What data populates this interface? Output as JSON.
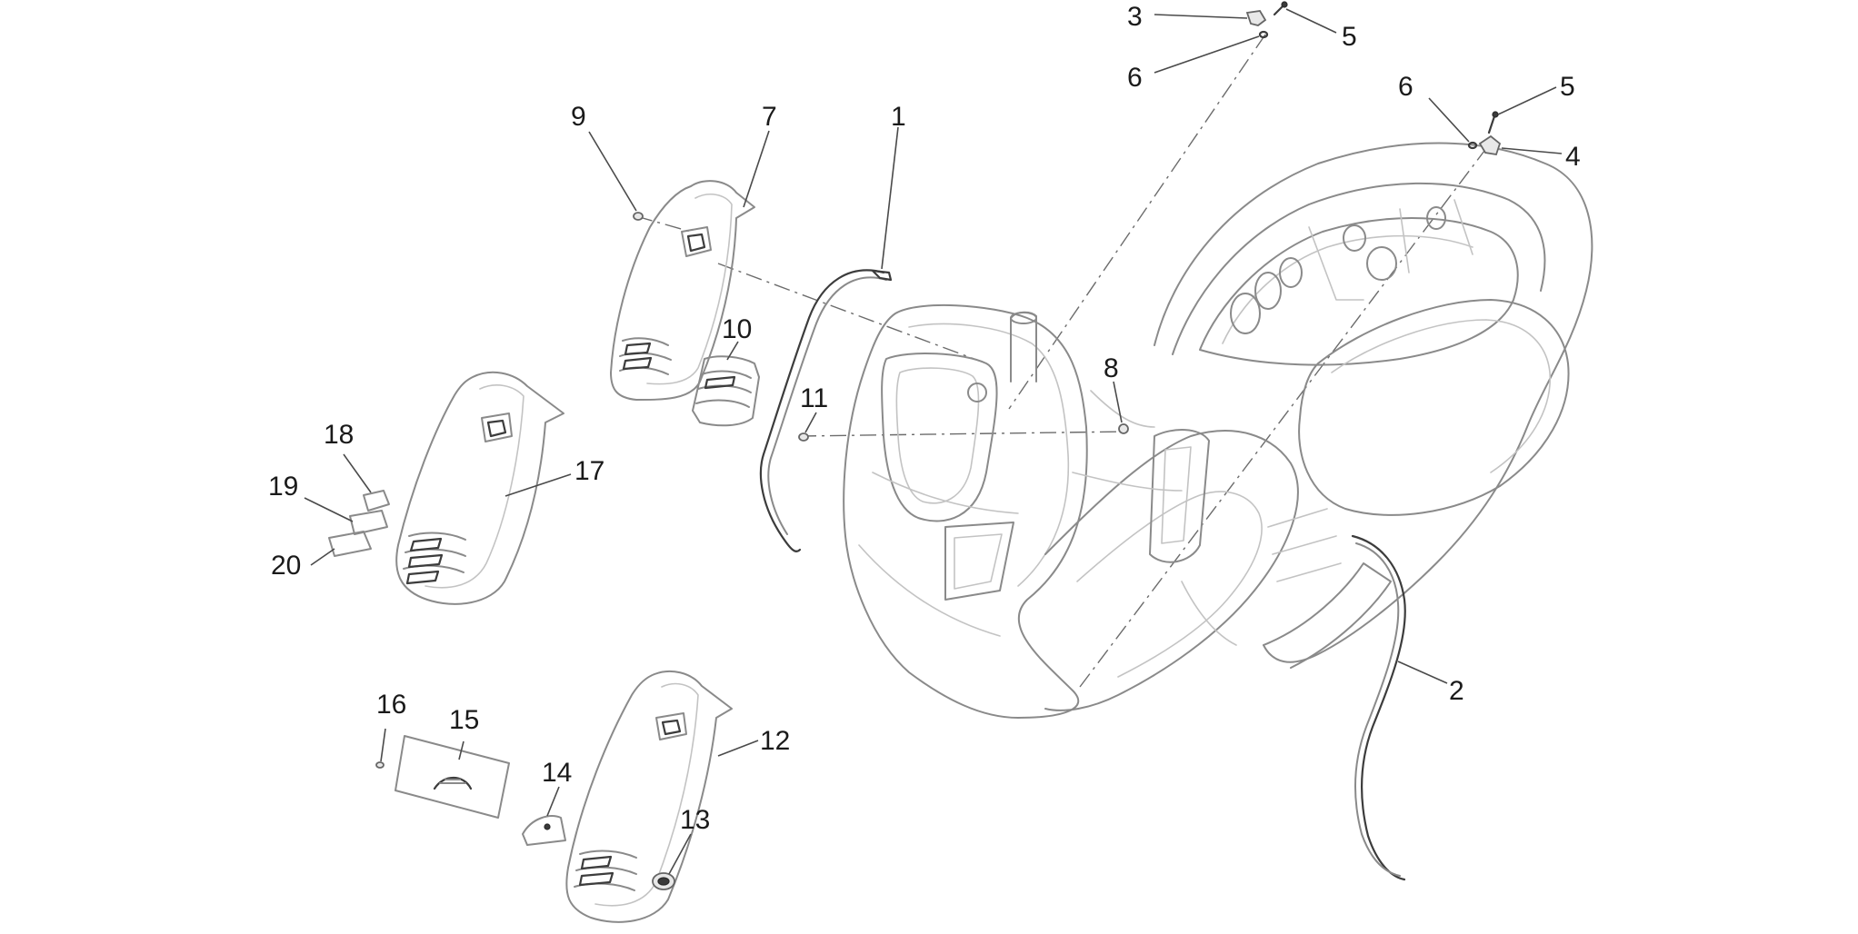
{
  "callouts": {
    "c1": "1",
    "c2": "2",
    "c3": "3",
    "c4": "4",
    "c5a": "5",
    "c5b": "5",
    "c6a": "6",
    "c6b": "6",
    "c7": "7",
    "c8": "8",
    "c9": "9",
    "c10": "10",
    "c11": "11",
    "c12": "12",
    "c13": "13",
    "c14": "14",
    "c15": "15",
    "c16": "16",
    "c17": "17",
    "c18": "18",
    "c19": "19",
    "c20": "20"
  }
}
